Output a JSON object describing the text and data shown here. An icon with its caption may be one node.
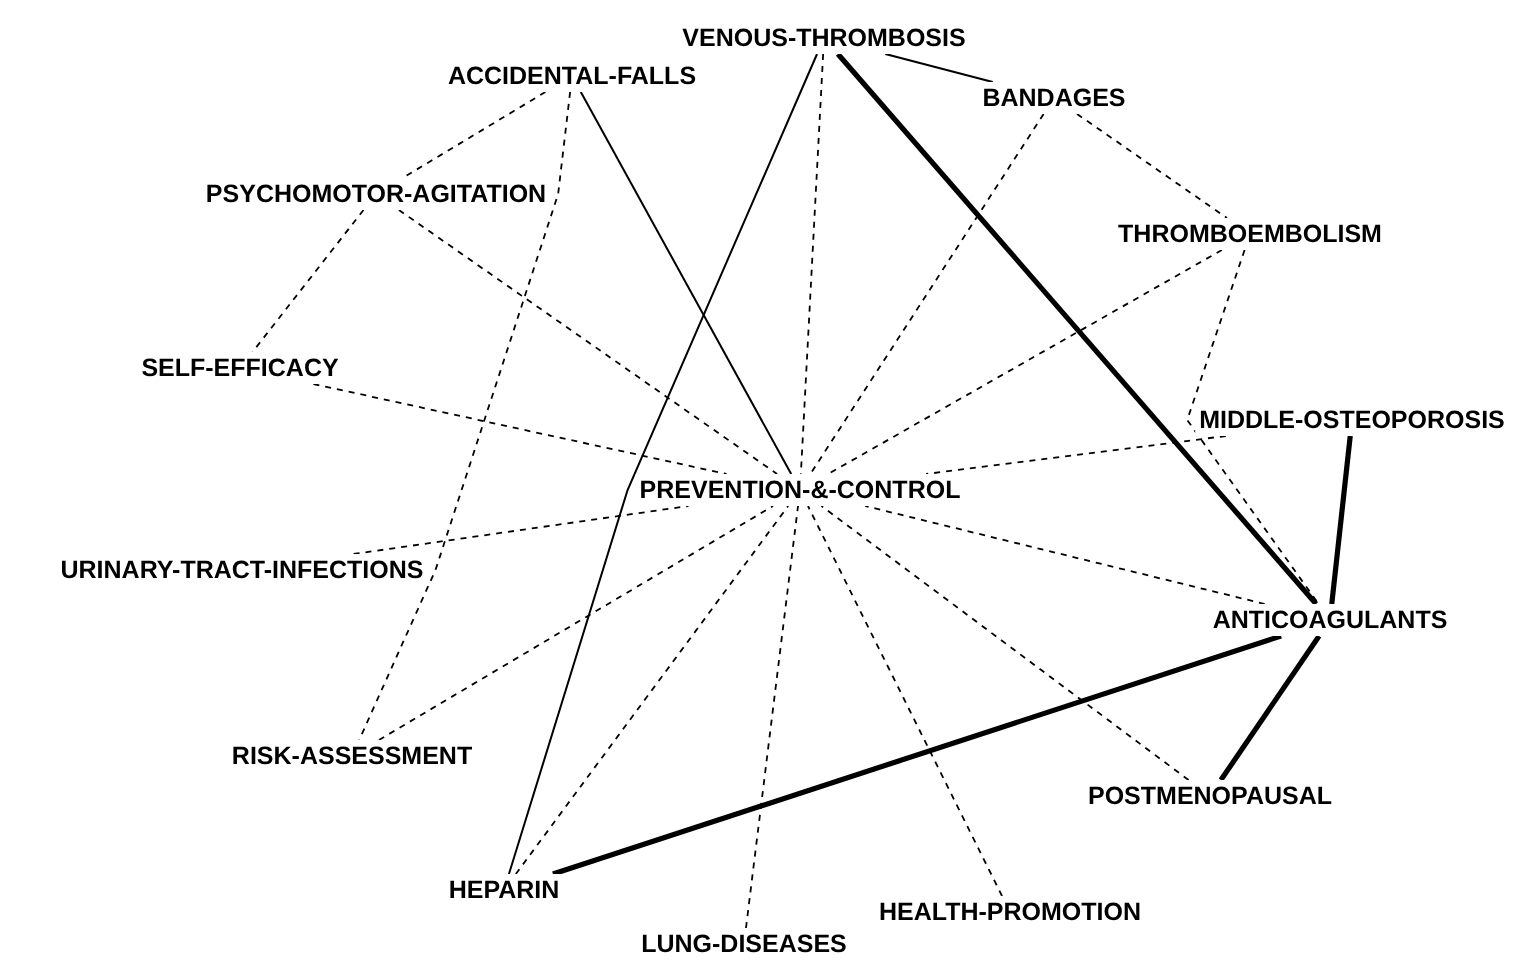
{
  "diagram": {
    "nodes": [
      {
        "text": [
          "VENOUS-THROMBOSIS"
        ]
      },
      {
        "text": [
          "ACCIDENTAL-FALLS"
        ]
      },
      {
        "text": [
          "BANDAGES"
        ]
      },
      {
        "text": [
          "PSYCHOMOTOR-AGITATION"
        ]
      },
      {
        "text": [
          "THROMBOEMBOLISM"
        ]
      },
      {
        "text": [
          "SELF-EFFICACY"
        ]
      },
      {
        "text": [
          "MIDDLE-OSTEOPOROSIS"
        ]
      },
      {
        "text": [
          "PREVENTION-&-CONTROL"
        ]
      },
      {
        "text": [
          "URINARY-TRACT-INFECTIONS"
        ]
      },
      {
        "text": [
          "ANTICOAGULANTS"
        ]
      },
      {
        "text": [
          "RISK-ASSESSMENT"
        ]
      },
      {
        "text": [
          "POSTMENOPAUSAL"
        ]
      },
      {
        "text": [
          "HEPARIN"
        ]
      },
      {
        "text": [
          "HEALTH-PROMOTION"
        ]
      },
      {
        "text": [
          "LUNG-DISEASES"
        ]
      }
    ],
    "edges": [
      {
        "from": 1,
        "to": 3,
        "arrow": "none",
        "style": "dashed"
      },
      {
        "from": 3,
        "to": 5,
        "arrow": "none",
        "style": "dashed"
      },
      {
        "from": 1,
        "to": 10,
        "arrow": "none",
        "style": "dashed"
      },
      {
        "from": 1,
        "to": 7,
        "arrow": "none"
      },
      {
        "from": 3,
        "to": 7,
        "arrow": "none",
        "style": "dashed"
      },
      {
        "from": 5,
        "to": 7,
        "arrow": "none",
        "style": "dashed"
      },
      {
        "from": 8,
        "to": 7,
        "arrow": "none",
        "style": "dashed"
      },
      {
        "from": 10,
        "to": 7,
        "arrow": "none",
        "style": "dashed"
      },
      {
        "from": 12,
        "to": 7,
        "arrow": "none",
        "style": "dashed"
      },
      {
        "from": 14,
        "to": 7,
        "arrow": "none",
        "style": "dashed"
      },
      {
        "from": 13,
        "to": 7,
        "arrow": "none",
        "style": "dashed"
      },
      {
        "from": 11,
        "to": 7,
        "arrow": "none",
        "style": "dashed"
      },
      {
        "from": 9,
        "to": 7,
        "arrow": "none",
        "style": "dashed"
      },
      {
        "from": 6,
        "to": 7,
        "arrow": "none",
        "style": "dashed"
      },
      {
        "from": 4,
        "to": 7,
        "arrow": "none",
        "style": "dashed"
      },
      {
        "from": 2,
        "to": 7,
        "arrow": "none",
        "style": "dashed"
      },
      {
        "from": 0,
        "to": 7,
        "arrow": "none",
        "style": "dashed"
      },
      {
        "from": 2,
        "to": 4,
        "arrow": "none",
        "style": "dashed"
      },
      {
        "from": 4,
        "to": 9,
        "arrow": "none",
        "style": "dashed"
      },
      {
        "from": 0,
        "to": 12,
        "arrow": "none"
      },
      {
        "from": 0,
        "to": 2,
        "arrow": "none"
      },
      {
        "from": 0,
        "to": 9,
        "arrow": "none",
        "style": "thick"
      },
      {
        "from": 12,
        "to": 9,
        "arrow": "none",
        "style": "thick"
      },
      {
        "from": 6,
        "to": 9,
        "arrow": "none",
        "style": "thick"
      },
      {
        "from": 9,
        "to": 11,
        "arrow": "none",
        "style": "thick"
      }
    ]
  }
}
